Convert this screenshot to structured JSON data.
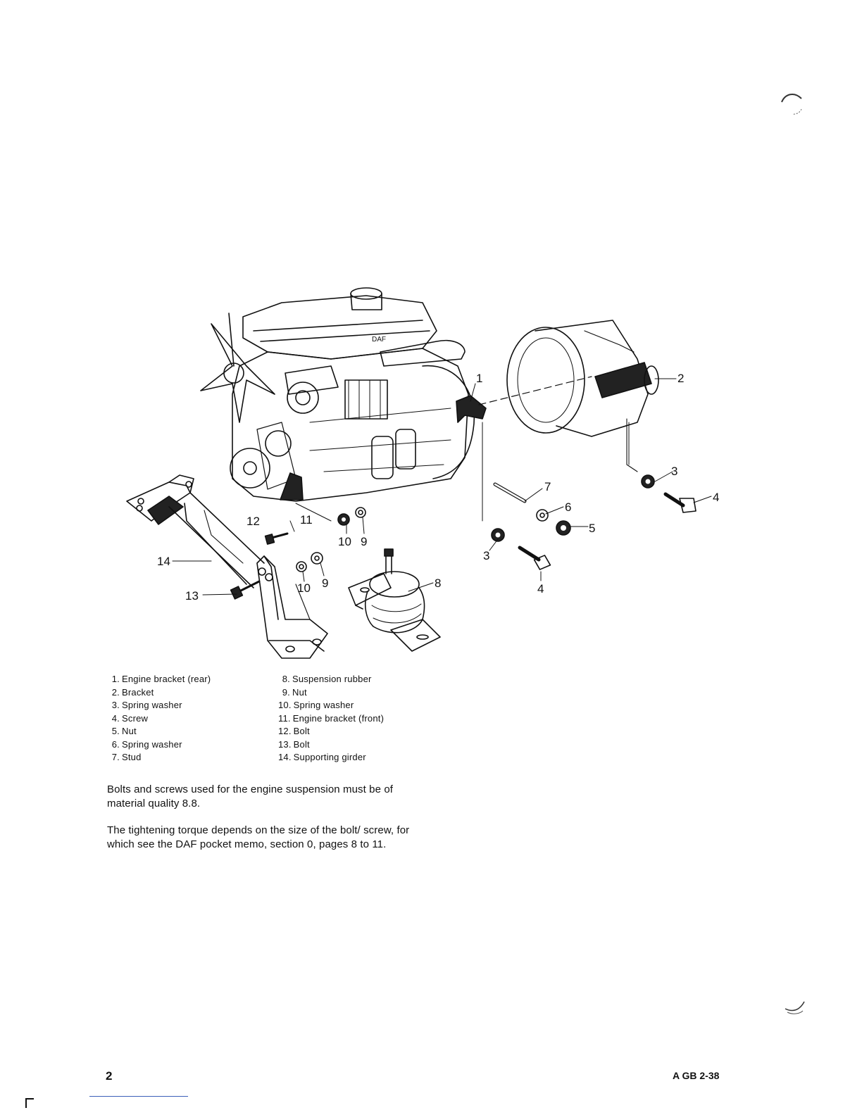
{
  "figure": {
    "callouts": {
      "c1": "1",
      "c2": "2",
      "c3a": "3",
      "c3b": "3",
      "c4a": "4",
      "c4b": "4",
      "c5": "5",
      "c6": "6",
      "c7": "7",
      "c8": "8",
      "c9a": "9",
      "c9b": "9",
      "c10a": "10",
      "c10b": "10",
      "c11": "11",
      "c12": "12",
      "c13": "13",
      "c14": "14"
    },
    "engine_brand": "DAF"
  },
  "legend": {
    "left": [
      {
        "num": "1.",
        "label": "Engine bracket (rear)"
      },
      {
        "num": "2.",
        "label": "Bracket"
      },
      {
        "num": "3.",
        "label": "Spring washer"
      },
      {
        "num": "4.",
        "label": "Screw"
      },
      {
        "num": "5.",
        "label": "Nut"
      },
      {
        "num": "6.",
        "label": "Spring washer"
      },
      {
        "num": "7.",
        "label": "Stud"
      }
    ],
    "right": [
      {
        "num": "8.",
        "label": "Suspension rubber"
      },
      {
        "num": "9.",
        "label": "Nut"
      },
      {
        "num": "10.",
        "label": "Spring washer"
      },
      {
        "num": "11.",
        "label": "Engine bracket (front)"
      },
      {
        "num": "12.",
        "label": "Bolt"
      },
      {
        "num": "13.",
        "label": "Bolt"
      },
      {
        "num": "14.",
        "label": "Supporting girder"
      }
    ]
  },
  "text": {
    "paragraph1": "Bolts and screws used for the engine suspension must be of material quality 8.8.",
    "paragraph2": "The tightening torque depends on the size of the bolt/ screw, for which see the DAF pocket memo, section 0, pages 8 to 11."
  },
  "footer": {
    "page_number": "2",
    "doc_code": "A GB 2-38"
  }
}
